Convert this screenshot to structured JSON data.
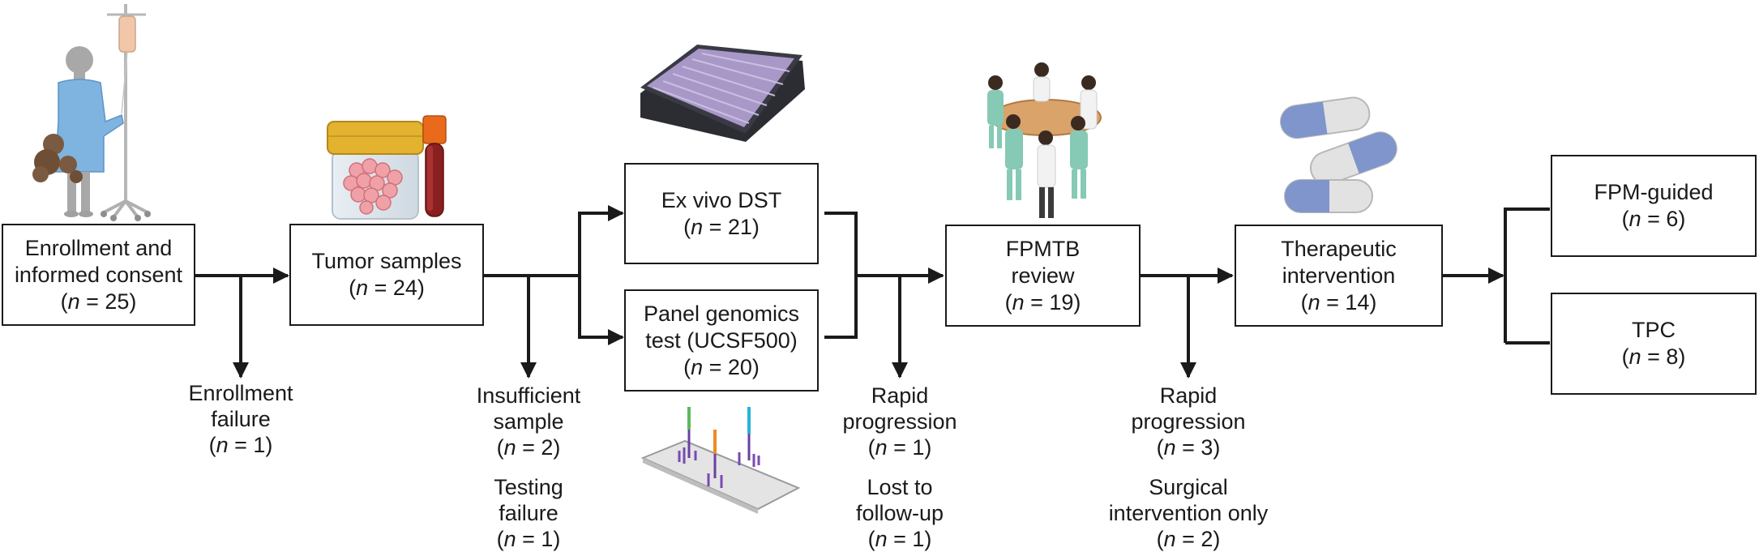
{
  "boxes": {
    "enrollment": {
      "line1": "Enrollment and",
      "line2": "informed consent",
      "n": "n",
      "count": " = 25"
    },
    "tumor": {
      "line1": "Tumor samples",
      "n": "n",
      "count": " = 24"
    },
    "dst": {
      "line1": "Ex vivo DST",
      "n": "n",
      "count": " = 21"
    },
    "panel": {
      "line1": "Panel genomics",
      "line2": "test (UCSF500)",
      "n": "n",
      "count": " = 20"
    },
    "fpmtb": {
      "line1": "FPMTB",
      "line2": "review",
      "n": "n",
      "count": " = 19"
    },
    "therapeutic": {
      "line1": "Therapeutic",
      "line2": "intervention",
      "n": "n",
      "count": " = 14"
    },
    "fpm": {
      "line1": "FPM-guided",
      "n": "n",
      "count": " = 6"
    },
    "tpc": {
      "line1": "TPC",
      "n": "n",
      "count": " = 8"
    }
  },
  "exclusions": {
    "enroll_fail": {
      "line1": "Enrollment",
      "line2": "failure",
      "n": "n",
      "count": " = 1"
    },
    "insufficient": {
      "line1": "Insufficient",
      "line2": "sample",
      "n": "n",
      "count": " = 2"
    },
    "testing_fail": {
      "line1": "Testing",
      "line2": "failure",
      "n": "n",
      "count": " = 1"
    },
    "rapid1": {
      "line1": "Rapid",
      "line2": "progression",
      "n": "n",
      "count": " = 1"
    },
    "lost": {
      "line1": "Lost to",
      "line2": "follow-up",
      "n": "n",
      "count": " = 1"
    },
    "rapid2": {
      "line1": "Rapid",
      "line2": "progression",
      "n": "n",
      "count": " = 3"
    },
    "surgical": {
      "line1": "Surgical",
      "line2": "intervention only",
      "n": "n",
      "count": " = 2"
    }
  },
  "colors": {
    "line": "#1a1a1a",
    "pill_blue": "#7f95cc",
    "gown": "#7fb3e0",
    "tray": "#3a3a44",
    "dots": "#b49fcf",
    "cap": "#e3b22e",
    "blood": "#8a1f1f",
    "table": "#d9a36a",
    "scrubs": "#86c9b4"
  },
  "icons": [
    "patient-iv-icon",
    "specimen-jar-icon",
    "blood-tube-icon",
    "well-plate-icon",
    "sequencing-chip-icon",
    "tumor-board-icon",
    "pills-icon"
  ]
}
